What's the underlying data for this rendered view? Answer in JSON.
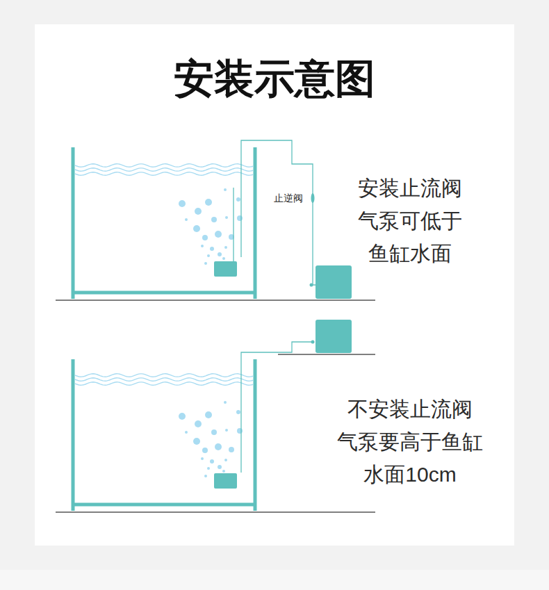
{
  "diagram": {
    "title": "安装示意图",
    "labels": [
      "止逆阀",
      "安装止流阀 气泵可低于 鱼缸水面",
      "不安装止流阀 气泵要高于鱼缸 水面10cm"
    ]
  }
}
